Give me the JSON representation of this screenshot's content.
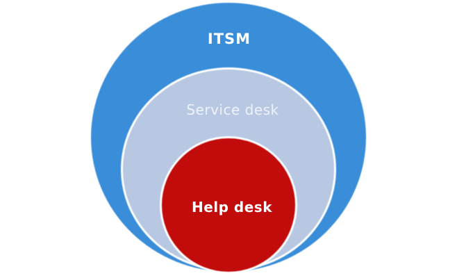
{
  "diagram": {
    "type": "nested-circles",
    "background_color": "#ffffff",
    "outline_color": "#ffffff",
    "rings": [
      {
        "id": "itsm",
        "label": "ITSM",
        "fill_color": "#3a8ed9",
        "text_color": "#ffffff"
      },
      {
        "id": "service-desk",
        "label": "Service desk",
        "fill_color": "#b8c8e2",
        "text_color": "#eef2fa"
      },
      {
        "id": "help-desk",
        "label": "Help desk",
        "fill_color": "#c20b0b",
        "text_color": "#ffffff"
      }
    ]
  }
}
